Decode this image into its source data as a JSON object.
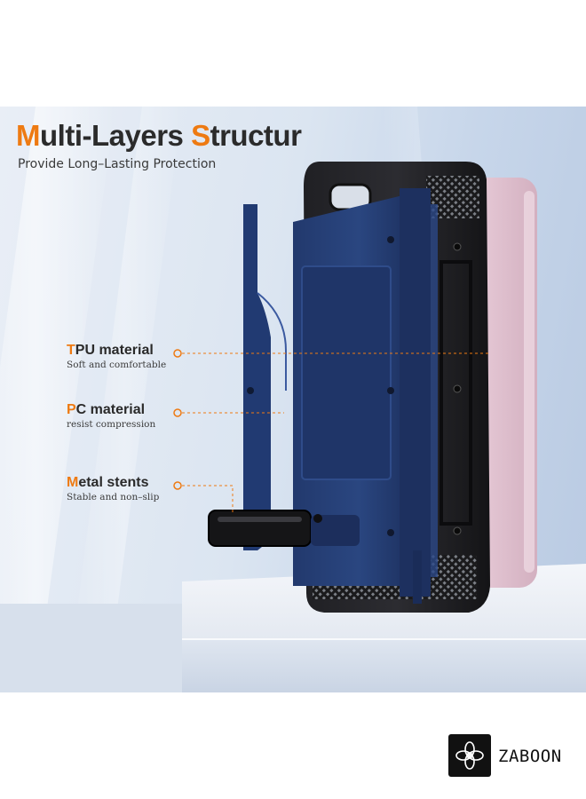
{
  "headline": {
    "first_letter": "M",
    "first_rest": "ulti-Layers ",
    "second_letter": "S",
    "second_rest": "tructur"
  },
  "subheadline": "Provide Long–Lasting Protection",
  "callouts": [
    {
      "first_letter": "T",
      "rest": "PU material",
      "sub": "Soft and comfortable"
    },
    {
      "first_letter": "P",
      "rest": "C material",
      "sub": "resist compression"
    },
    {
      "first_letter": "M",
      "rest": "etal stents",
      "sub": "Stable and non–slip"
    }
  ],
  "brand": {
    "name": "ZABOON",
    "icon": "aperture-flower-icon"
  },
  "colors": {
    "accent": "#ee7a12",
    "case_blue": "#1c3262",
    "case_black": "#1a1a1c",
    "phone_pink": "#d8b6c6"
  }
}
